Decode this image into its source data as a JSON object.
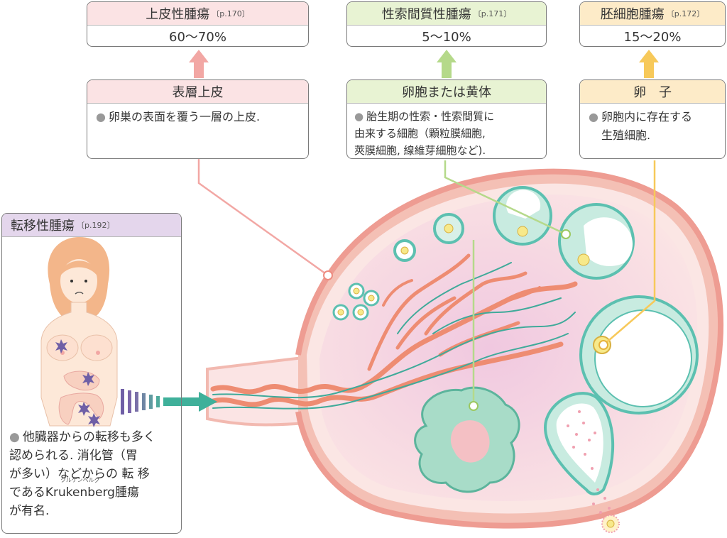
{
  "colors": {
    "pink": "#f2a7a4",
    "green": "#b5d98a",
    "yellow": "#f7c95a",
    "purple": "#6f5fa6"
  },
  "tumors": [
    {
      "title": "上皮性腫瘍",
      "ref": "〔p.170〕",
      "percent": "60〜70%"
    },
    {
      "title": "性索間質性腫瘍",
      "ref": "〔p.171〕",
      "percent": "5〜10%"
    },
    {
      "title": "胚細胞腫瘍",
      "ref": "〔p.172〕",
      "percent": "15〜20%"
    }
  ],
  "origins": [
    {
      "title": "表層上皮",
      "lines": [
        "卵巣の表面を覆う一層の上皮."
      ]
    },
    {
      "title": "卵胞または黄体",
      "lines": [
        "胎生期の性索・性索間質に",
        "由来する細胞（顆粒膜細胞,",
        "莢膜細胞, 線維芽細胞など)."
      ]
    },
    {
      "title": "卵　子",
      "lines": [
        "卵胞内に存在する",
        "生殖細胞."
      ]
    }
  ],
  "metastatic": {
    "title": "転移性腫瘍",
    "ref": "〔p.192〕",
    "lines": [
      "他臓器からの転移も多く",
      "認められる. 消化管（胃",
      "が多い）などからの 転 移",
      "である",
      "Krukenberg",
      "腫瘍",
      "が有名."
    ],
    "ruby": "クルケンベルグ"
  }
}
